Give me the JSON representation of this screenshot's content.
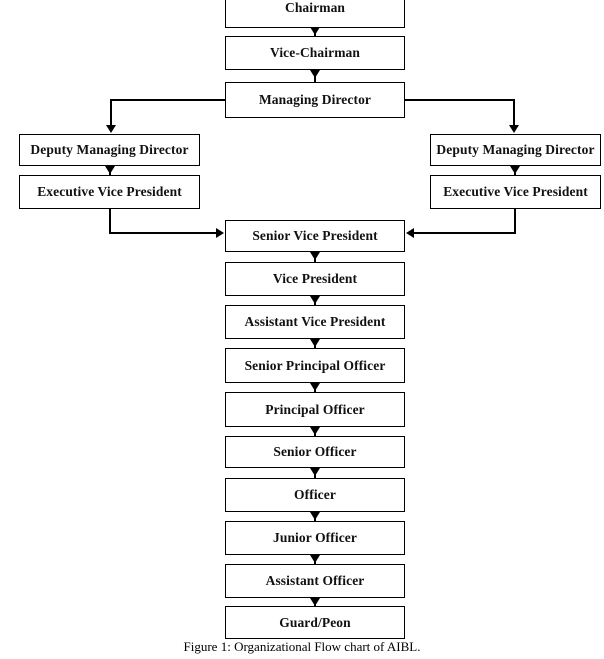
{
  "figure": {
    "caption": "Figure 1: Organizational Flow chart of AIBL.",
    "title": "Organizational Flow chart of AIBL",
    "type": "organizational-flow-chart",
    "background_color": "#ffffff",
    "line_color": "#000000",
    "text_color": "#111111"
  },
  "nodes": {
    "chairman": {
      "label": "Chairman"
    },
    "vice_chairman": {
      "label": "Vice-Chairman"
    },
    "managing_director": {
      "label": "Managing Director"
    },
    "deputy_managing_director_left": {
      "label": "Deputy Managing Director"
    },
    "executive_vice_president_left": {
      "label": "Executive Vice President"
    },
    "deputy_managing_director_right": {
      "label": "Deputy Managing Director"
    },
    "executive_vice_president_right": {
      "label": "Executive Vice President"
    },
    "senior_vice_president": {
      "label": "Senior Vice President"
    },
    "vice_president": {
      "label": "Vice President"
    },
    "assistant_vice_president": {
      "label": "Assistant Vice President"
    },
    "senior_principal_officer": {
      "label": "Senior Principal Officer"
    },
    "principal_officer": {
      "label": "Principal Officer"
    },
    "senior_officer": {
      "label": "Senior Officer"
    },
    "officer": {
      "label": "Officer"
    },
    "junior_officer": {
      "label": "Junior Officer"
    },
    "assistant_officer": {
      "label": "Assistant Officer"
    },
    "guard_peon": {
      "label": "Guard/Peon"
    }
  },
  "hierarchy_order": [
    "Chairman",
    "Vice-Chairman",
    "Managing Director",
    "Deputy Managing Director",
    "Executive Vice President",
    "Senior Vice President",
    "Vice President",
    "Assistant Vice President",
    "Senior Principal Officer",
    "Principal Officer",
    "Senior Officer",
    "Officer",
    "Junior Officer",
    "Assistant Officer",
    "Guard/Peon"
  ]
}
